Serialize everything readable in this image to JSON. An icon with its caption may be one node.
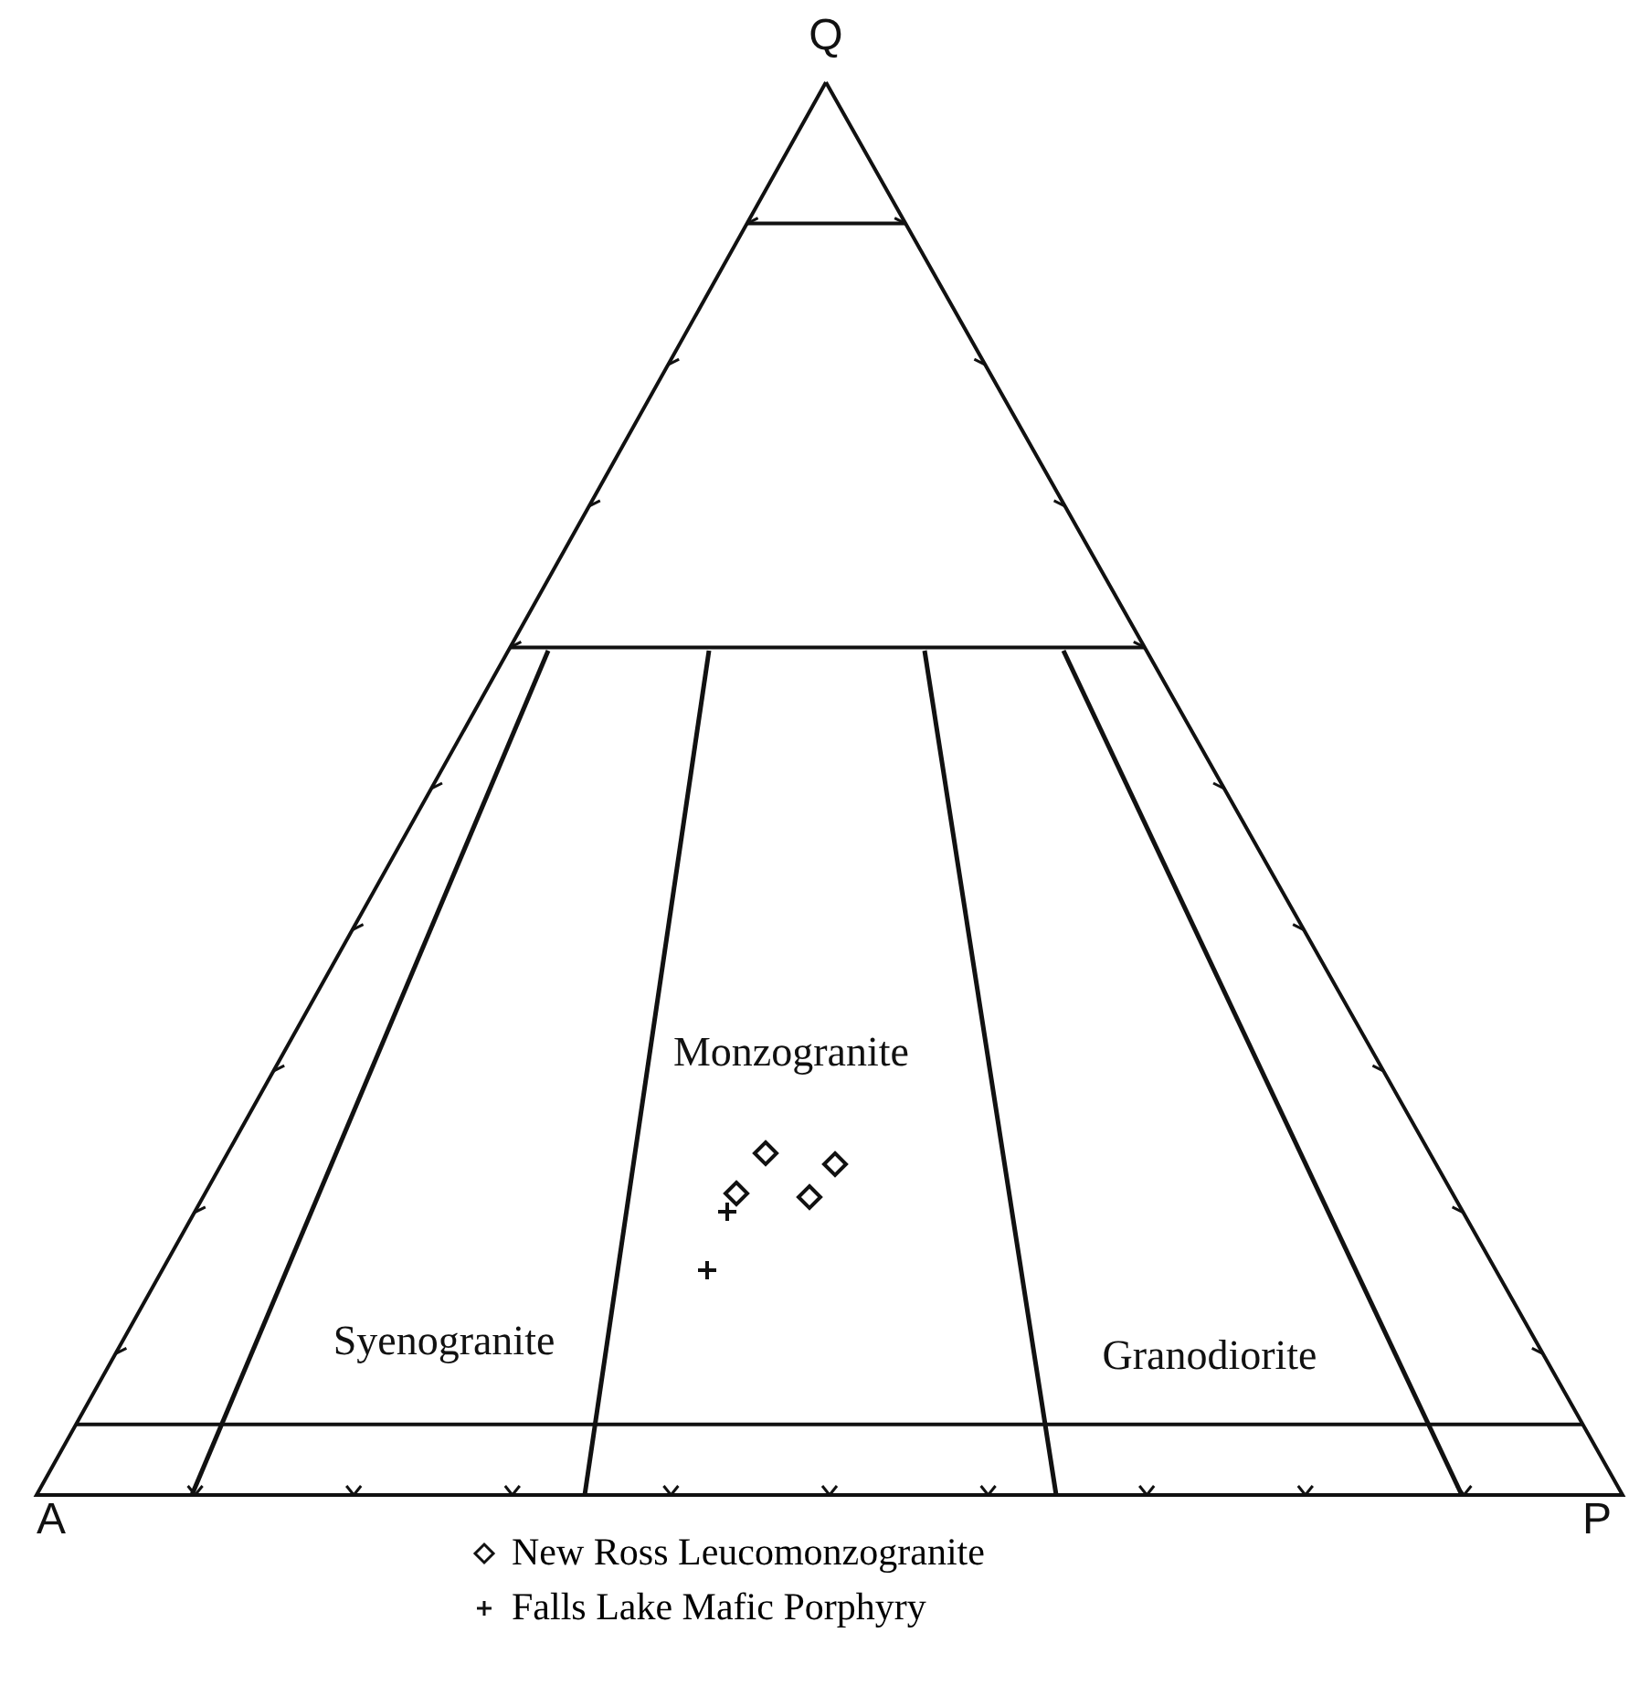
{
  "diagram": {
    "labels": [
      "Q",
      "A",
      "P",
      "Monzogranite",
      "Syenogranite",
      "Granodiorite"
    ],
    "legend": [
      {
        "text": "New Ross Leucomonzogranite"
      },
      {
        "text": "Falls Lake Mafic Porphyry"
      }
    ]
  }
}
